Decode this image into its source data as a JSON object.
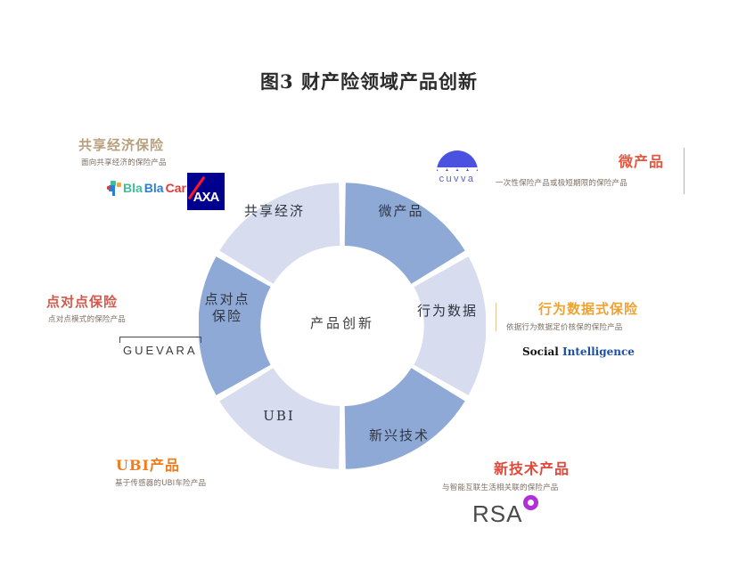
{
  "title": "图3 财产险领域产品创新",
  "donut": {
    "center_label": "产品创新",
    "colors": {
      "dark": "#8fa9d6",
      "light": "#d7ddee",
      "hole": "#ffffff"
    },
    "segments": [
      {
        "name": "sharing-economy",
        "label": "共享经济",
        "tone": "light"
      },
      {
        "name": "micro-product",
        "label": "微产品",
        "tone": "dark"
      },
      {
        "name": "behavior-data",
        "label": "行为数据",
        "tone": "light"
      },
      {
        "name": "emerging-tech",
        "label": "新兴技术",
        "tone": "dark"
      },
      {
        "name": "ubi",
        "label": "UBI",
        "tone": "light"
      },
      {
        "name": "peer-to-peer",
        "label": "点对点\n保险",
        "tone": "dark"
      }
    ]
  },
  "callouts": [
    {
      "name": "sharing-economy",
      "heading": "共享经济保险",
      "subtitle": "面向共享经济的保险产品",
      "color": "#b8a07e",
      "logos": [
        "blablacar-logo",
        "axa-logo"
      ]
    },
    {
      "name": "micro-product",
      "heading": "微产品",
      "subtitle": "一次性保险产品或极短期限的保险产品",
      "color": "#e8563f",
      "logos": [
        "cuvva-logo"
      ]
    },
    {
      "name": "behavior-data",
      "heading": "行为数据式保险",
      "subtitle": "依据行为数据定价核保的保险产品",
      "color": "#f0a22e",
      "logos": [
        "social-intelligence-logo"
      ]
    },
    {
      "name": "peer-to-peer",
      "heading": "点对点保险",
      "subtitle": "点对点模式的保险产品",
      "color": "#d4584a",
      "logos": [
        "guevara-logo"
      ]
    },
    {
      "name": "ubi",
      "heading": "UBI产品",
      "subtitle": "基于传感器的UBI车险产品",
      "color": "#f07c1e",
      "logos": []
    },
    {
      "name": "emerging-tech",
      "heading": "新技术产品",
      "subtitle": "与智能互联生活相关联的保险产品",
      "color": "#e0493c",
      "logos": [
        "rsa-logo"
      ]
    }
  ],
  "logos": {
    "blablacar": {
      "part1": "Bla",
      "part2": "Bla",
      "part3": "Car"
    },
    "axa": {
      "text": "AXA"
    },
    "cuvva": {
      "text": "cuvva"
    },
    "guevara": {
      "text": "GUEVARA"
    },
    "social_intelligence": {
      "part1": "Social ",
      "part2": "Intelligence"
    },
    "rsa": {
      "text": "RSA"
    }
  }
}
